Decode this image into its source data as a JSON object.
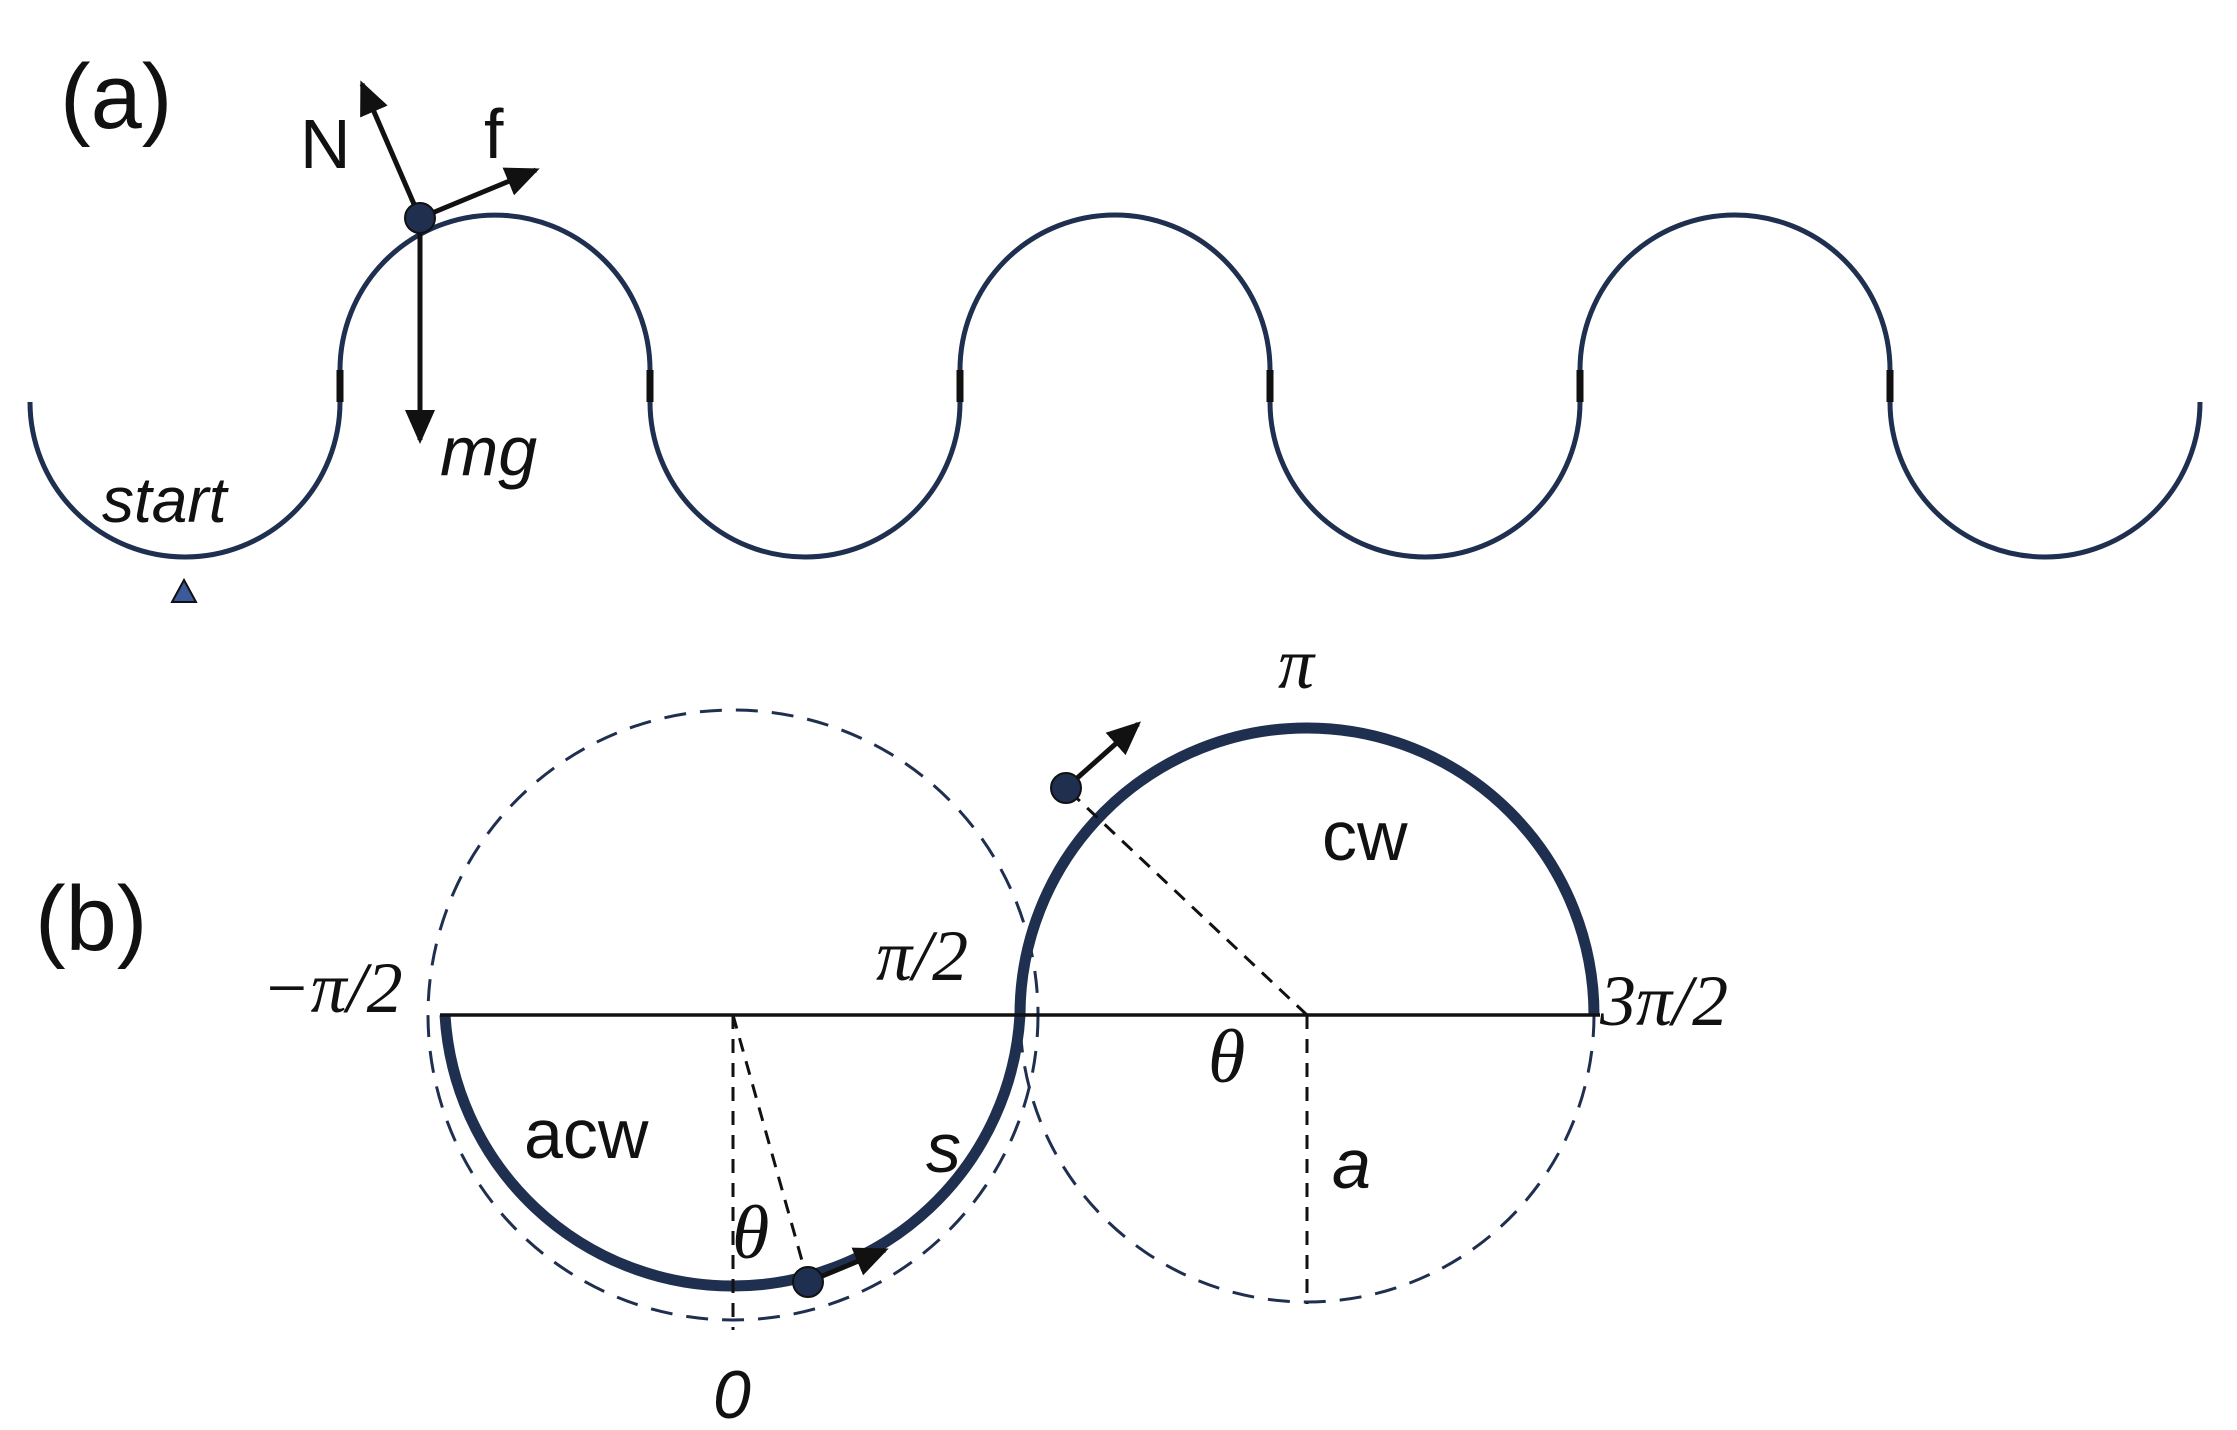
{
  "panel_a": {
    "label": "(a)",
    "force_normal": "N",
    "force_friction": "f",
    "force_gravity": "mg",
    "start_label": "start"
  },
  "panel_b": {
    "label": "(b)",
    "angle_neg_half_pi": "−π/2",
    "angle_half_pi": "π/2",
    "angle_pi": "π",
    "angle_three_half_pi": "3π/2",
    "angle_zero": "0",
    "theta_left": "θ",
    "theta_right": "θ",
    "arc_length": "s",
    "radius": "a",
    "left_direction": "acw",
    "right_direction": "cw"
  },
  "colors": {
    "track": "#1f2f4f",
    "line": "#111111",
    "marker": "#3a5a9a"
  }
}
